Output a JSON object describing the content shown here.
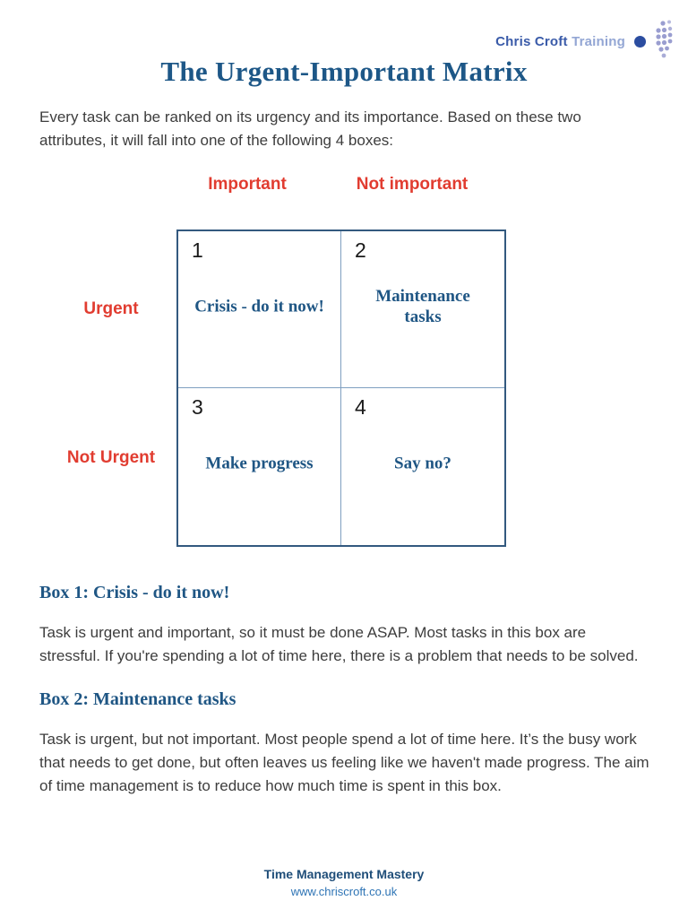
{
  "logo": {
    "brand": "Chris Croft",
    "suffix": "Training"
  },
  "title": "The Urgent-Important Matrix",
  "intro": "Every task can be ranked on its urgency and its importance. Based on these two attributes, it will fall into one of the following 4 boxes:",
  "matrix": {
    "col_labels": [
      "Important",
      "Not important"
    ],
    "row_labels": [
      "Urgent",
      "Not Urgent"
    ],
    "cells": [
      {
        "number": "1",
        "label": "Crisis - do it now!"
      },
      {
        "number": "2",
        "label": "Maintenance tasks"
      },
      {
        "number": "3",
        "label": "Make progress"
      },
      {
        "number": "4",
        "label": "Say no?"
      }
    ]
  },
  "sections": [
    {
      "heading": "Box 1: Crisis - do it now!",
      "body": "Task is urgent and important, so it must be done ASAP. Most tasks in this box are stressful. If you're spending a lot of time here, there is a problem that needs to be solved."
    },
    {
      "heading": "Box 2: Maintenance tasks",
      "body": "Task is urgent, but not important. Most people spend a lot of time here. It’s the busy work that needs to get done, but often leaves us feeling like we haven't made progress. The aim of time management is to reduce how much time is spent in this box."
    }
  ],
  "footer": {
    "line1": "Time Management Mastery",
    "line2": "www.chriscroft.co.uk"
  },
  "colors": {
    "accent_red": "#e13c30",
    "heading_blue": "#1f5684",
    "title_blue": "#1d5787",
    "border_blue_dark": "#33597f",
    "border_blue_light": "#7f9fc0",
    "logo_brand_blue": "#3a5ba9",
    "logo_suffix_blue": "#93a6d4",
    "logo_circle_blue": "#2b4da0",
    "footer_blue": "#1f4e79",
    "footer_link_blue": "#2e74b5"
  }
}
